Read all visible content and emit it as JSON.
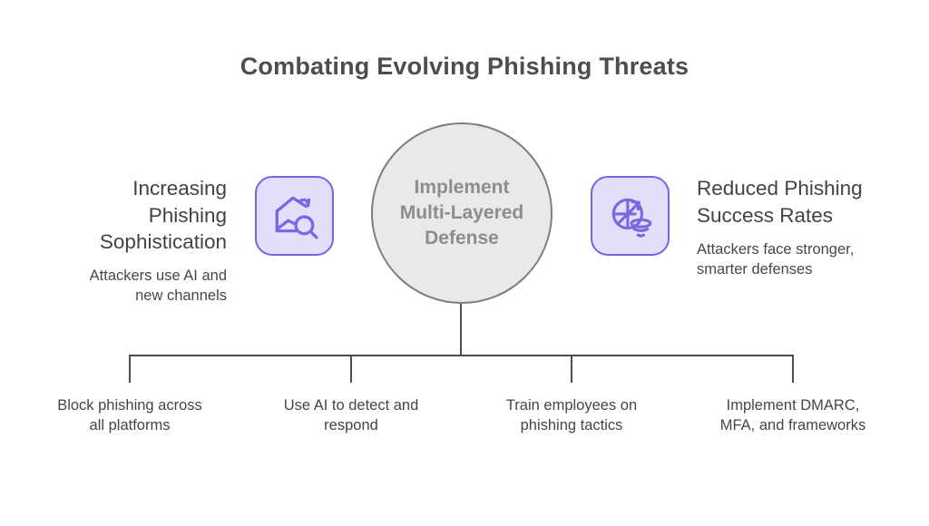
{
  "title": "Combating Evolving Phishing Threats",
  "center_node": {
    "label": "Implement Multi-Layered Defense"
  },
  "left_item": {
    "heading": "Increasing Phishing Sophistication",
    "description": "Attackers use AI and new channels",
    "icon": "email-magnifier-icon"
  },
  "right_item": {
    "heading": "Reduced Phishing Success Rates",
    "description": "Attackers face stronger, smarter defenses",
    "icon": "target-funnel-icon"
  },
  "branches": [
    {
      "label": "Block phishing across all platforms"
    },
    {
      "label": "Use AI to detect and respond"
    },
    {
      "label": "Train employees on phishing tactics"
    },
    {
      "label": "Implement DMARC, MFA, and frameworks"
    }
  ],
  "colors": {
    "accent": "#7b66e4",
    "icon_tile_bg": "#e5defb",
    "icon_tile_border": "#7a63e3",
    "circle_fill": "#e9e9e9",
    "circle_border": "#7d7d7d",
    "circle_text": "#8d8d8d",
    "connector_line": "#4d4d4d",
    "heading_text": "#424242",
    "title_text": "#4d4d4d"
  }
}
